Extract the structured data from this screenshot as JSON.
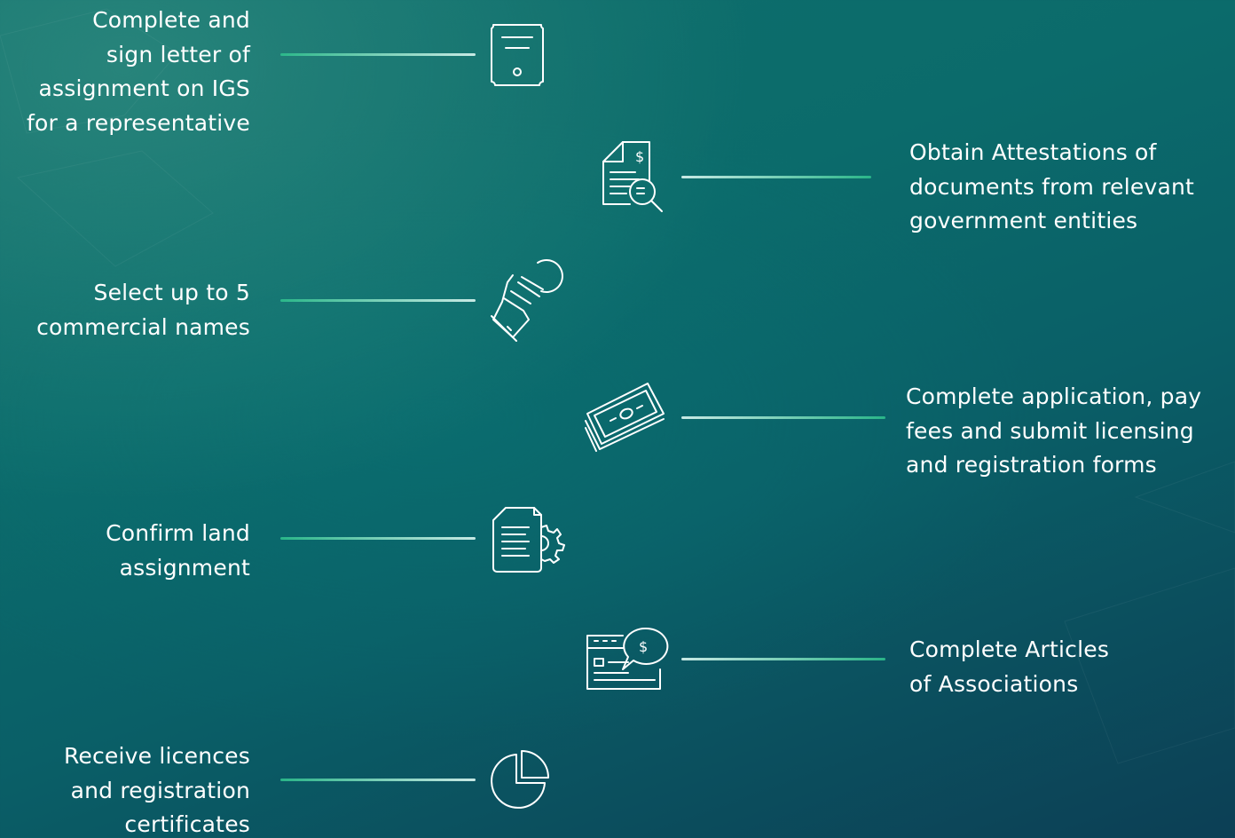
{
  "steps": [
    {
      "side": "left",
      "lines": [
        "Complete and",
        "sign letter of",
        "assignment on IGS",
        "for a representative"
      ],
      "icon": "certificate-icon"
    },
    {
      "side": "right",
      "lines": [
        "Obtain Attestations of",
        "documents from relevant",
        "government entities"
      ],
      "icon": "document-search-icon"
    },
    {
      "side": "left",
      "lines": [
        "Select up to 5",
        "commercial names"
      ],
      "icon": "hand-tap-icon"
    },
    {
      "side": "right",
      "lines": [
        "Complete application, pay",
        "fees and submit licensing",
        "and registration forms"
      ],
      "icon": "money-stack-icon"
    },
    {
      "side": "left",
      "lines": [
        "Confirm land",
        "assignment"
      ],
      "icon": "document-gear-icon"
    },
    {
      "side": "right",
      "lines": [
        "Complete Articles",
        "of Associations"
      ],
      "icon": "invoice-chat-icon"
    },
    {
      "side": "left",
      "lines": [
        "Receive licences",
        "and registration",
        "certificates"
      ],
      "icon": "pie-chart-icon"
    }
  ],
  "icon_glyphs": {
    "dollar": "$"
  },
  "colors": {
    "background_top": "#0f6f6c",
    "background_bottom": "#0c3f55",
    "connector_green": "#2dbe8c",
    "connector_light": "#d2f0eb",
    "text": "#ffffff"
  }
}
